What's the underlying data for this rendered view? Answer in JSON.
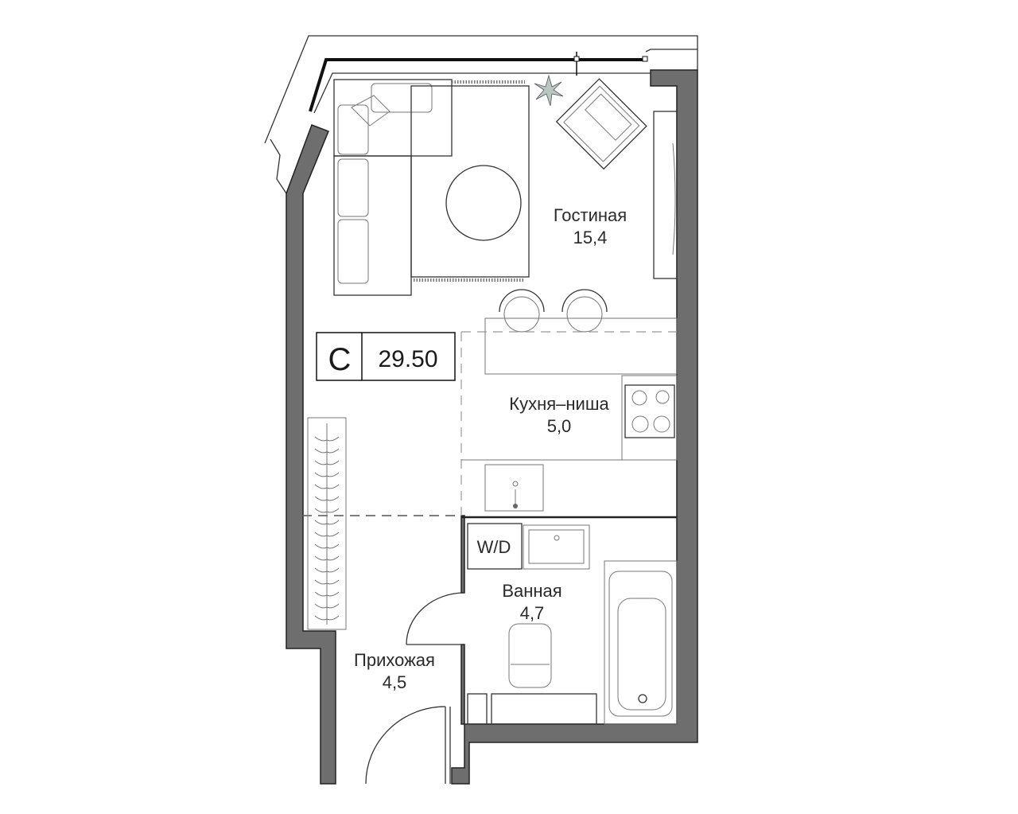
{
  "plan": {
    "apartment_type": "C",
    "total_area": "29.50",
    "rooms": [
      {
        "name": "Гостиная",
        "area": "15,4"
      },
      {
        "name": "Кухня–ниша",
        "area": "5,0"
      },
      {
        "name": "Ванная",
        "area": "4,7"
      },
      {
        "name": "Прихожая",
        "area": "4,5"
      }
    ],
    "appliance_label": "W/D"
  },
  "colors": {
    "wall": "#6e6e6e",
    "line": "#333333"
  }
}
